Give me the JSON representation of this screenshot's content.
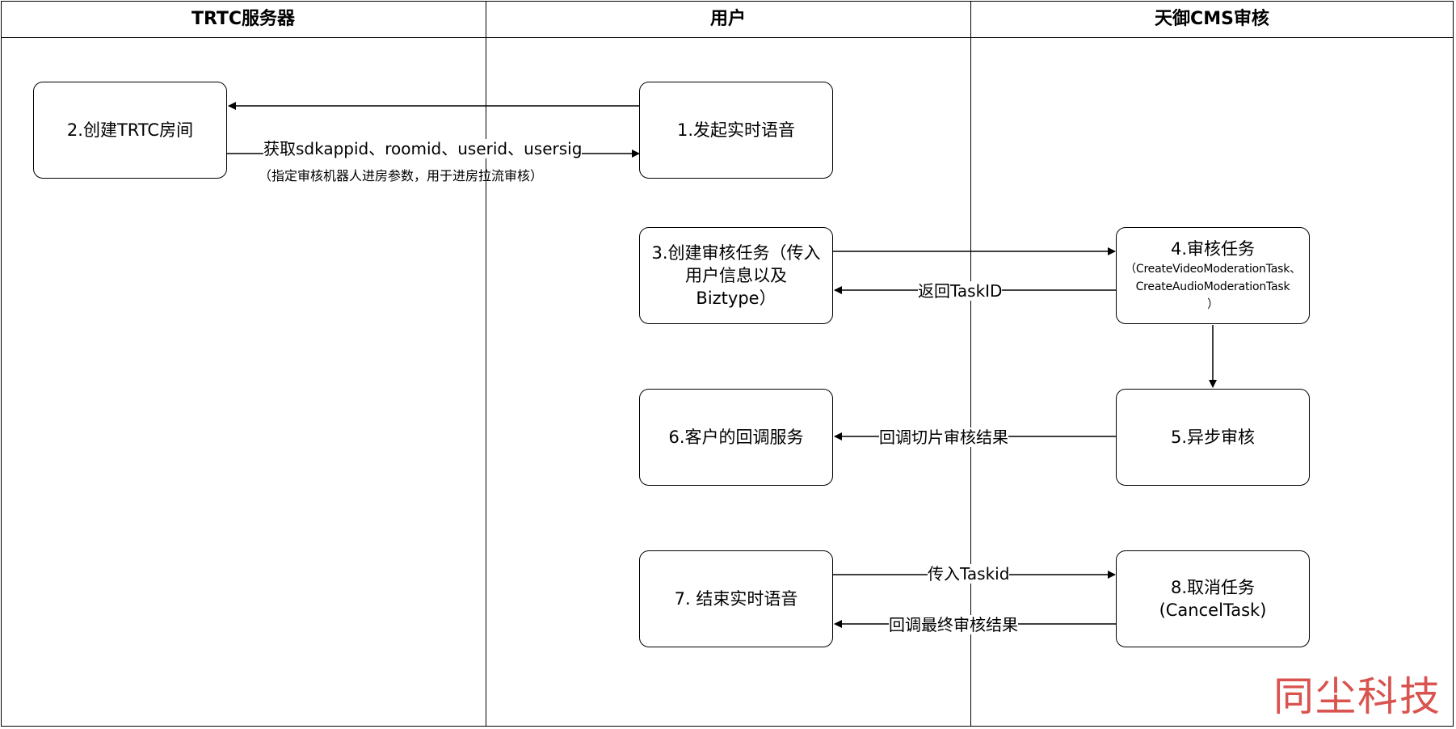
{
  "lanes": [
    {
      "title": "TRTC服务器"
    },
    {
      "title": "用户"
    },
    {
      "title": "天御CMS审核"
    }
  ],
  "nodes": {
    "create_room": {
      "label": "2.创建TRTC房间"
    },
    "start_voice": {
      "label": "1.发起实时语音"
    },
    "create_task": {
      "line1": "3.创建审核任务（传入",
      "line2": "用户信息以及",
      "line3": "Biztype）"
    },
    "moderation_task": {
      "title": "4.审核任务",
      "line1": "（CreateVideoModerationTask、",
      "line2": "CreateAudioModerationTask",
      "line3": "）"
    },
    "async_review": {
      "label": "5.异步审核"
    },
    "callback_service": {
      "label": "6.客户的回调服务"
    },
    "end_voice": {
      "label": "7. 结束实时语音"
    },
    "cancel_task": {
      "line1": "8.取消任务",
      "line2": "(CancelTask)"
    }
  },
  "edges": {
    "get_params": "获取sdkappid、roomid、userid、usersig",
    "get_params_note": "（指定审核机器人进房参数，用于进房拉流审核）",
    "return_taskid": "返回TaskID",
    "slice_callback": "回调切片审核结果",
    "pass_taskid": "传入Taskid",
    "final_callback": "回调最终审核结果"
  },
  "watermark": "同尘科技",
  "colors": {
    "line": "#000000",
    "watermark": "#d9534f"
  }
}
